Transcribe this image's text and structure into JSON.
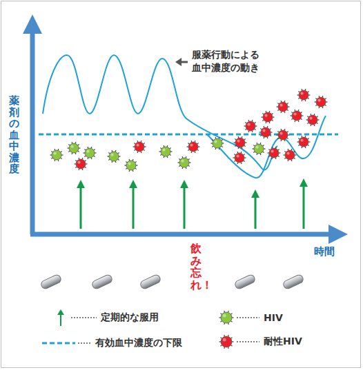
{
  "diagram": {
    "labels": [
      "服薬行動による 血中濃度の動き",
      "薬剤の血中濃度",
      "時間",
      "飲み忘れ！"
    ],
    "legend": [
      {
        "text": "定期的な服用"
      },
      {
        "text": "有効血中濃度の下限"
      },
      {
        "text": "HIV",
        "color": "#8cc63f"
      },
      {
        "text": "耐性HIV",
        "color": "#e8202a"
      }
    ]
  }
}
